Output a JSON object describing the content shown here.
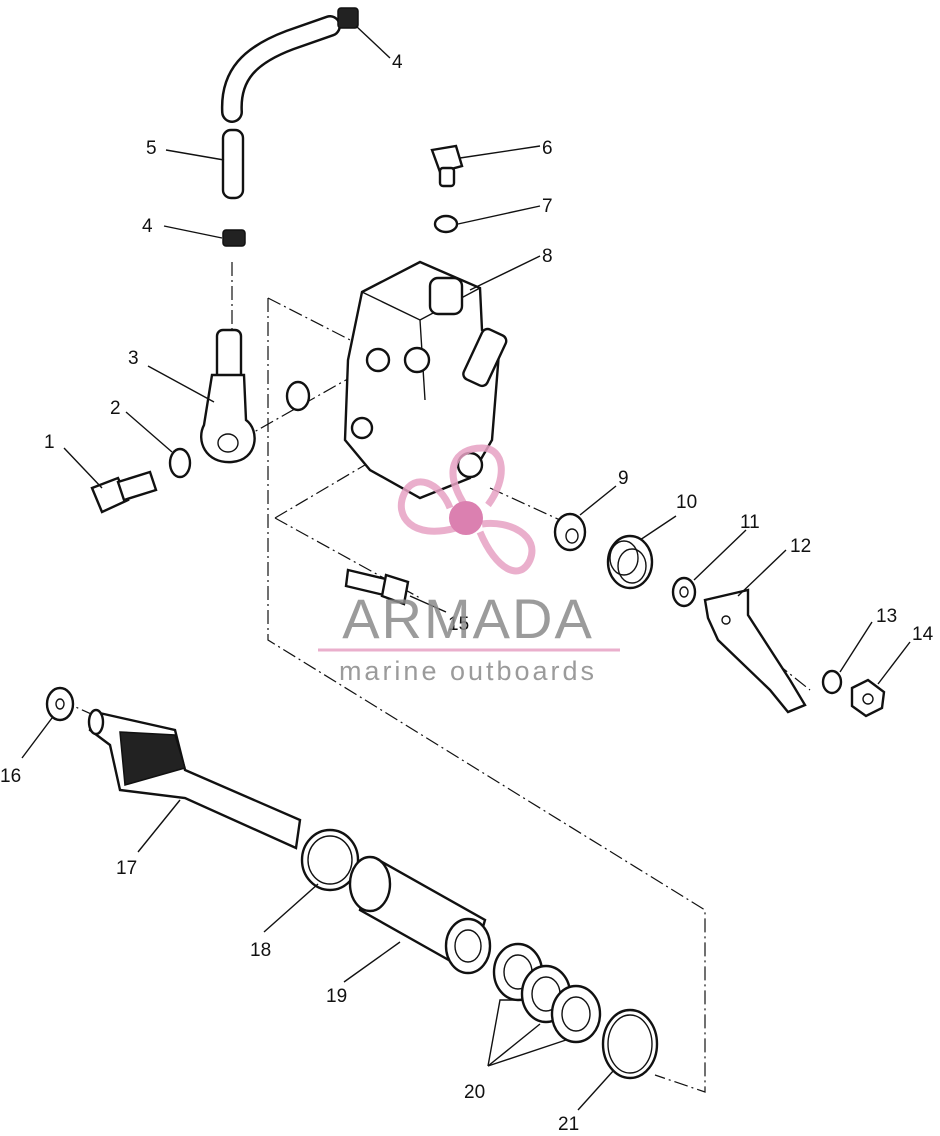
{
  "diagram": {
    "callouts": [
      "1",
      "2",
      "3",
      "4",
      "4",
      "5",
      "6",
      "7",
      "8",
      "9",
      "10",
      "11",
      "12",
      "13",
      "14",
      "15",
      "16",
      "17",
      "18",
      "19",
      "20",
      "21"
    ]
  },
  "watermark": {
    "brand": "ARMADA",
    "tagline": "marine outboards",
    "colors": {
      "logo_pink": "#e7a2c4",
      "logo_pink_dark": "#d56aa3",
      "text_gray": "#8a8a8a"
    }
  }
}
